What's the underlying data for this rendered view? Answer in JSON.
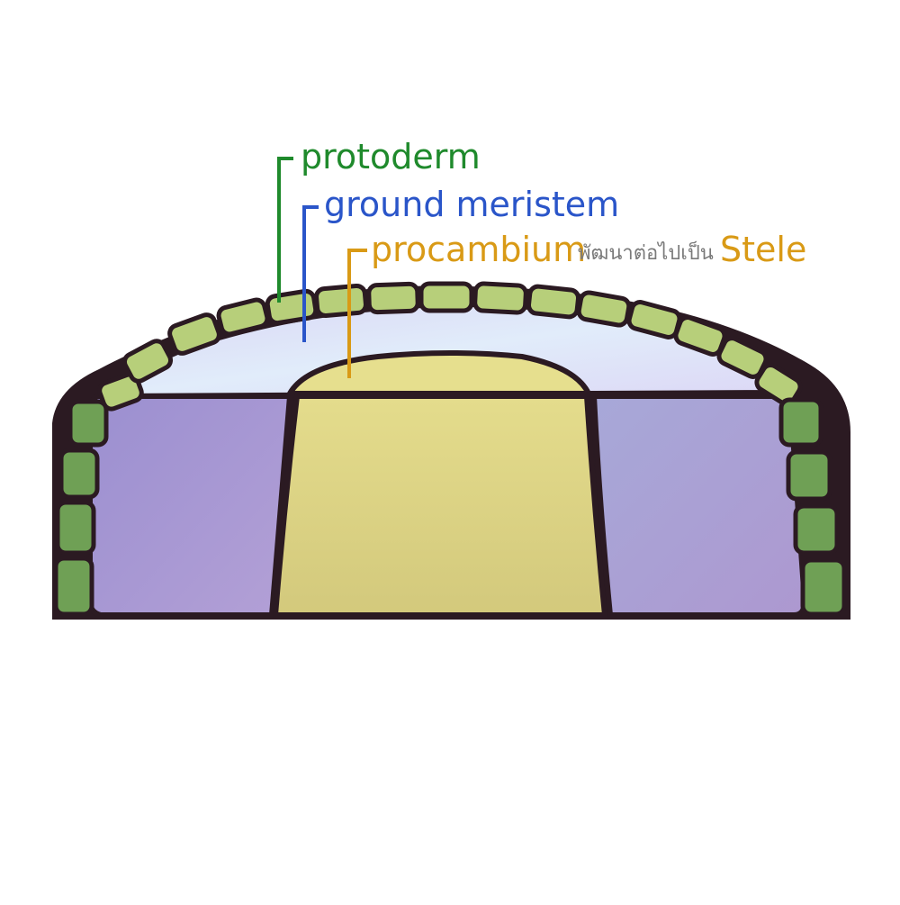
{
  "labels": {
    "protoderm": {
      "text": "protoderm",
      "color": "#1f8a2c"
    },
    "ground_meristem": {
      "text": "ground meristem",
      "color": "#2a55c9"
    },
    "procambium": {
      "text": "procambium",
      "color": "#d99a16"
    },
    "procambium_note": {
      "text": "พัฒนาต่อไปเป็น",
      "color": "#7a7a7a"
    },
    "stele": {
      "text": "Stele",
      "color": "#d99a16"
    }
  },
  "colors": {
    "outline": "#2b1a22",
    "protoderm_fill": "#7fae5e",
    "protoderm_top_fill": "#b7cf7a",
    "ground_meristem_fill": "#e3e3f7",
    "ground_lower_fill": "#a9a3d6",
    "procambium_fill": "#d8cd7f",
    "procambium_top_fill": "#e6df8e"
  }
}
